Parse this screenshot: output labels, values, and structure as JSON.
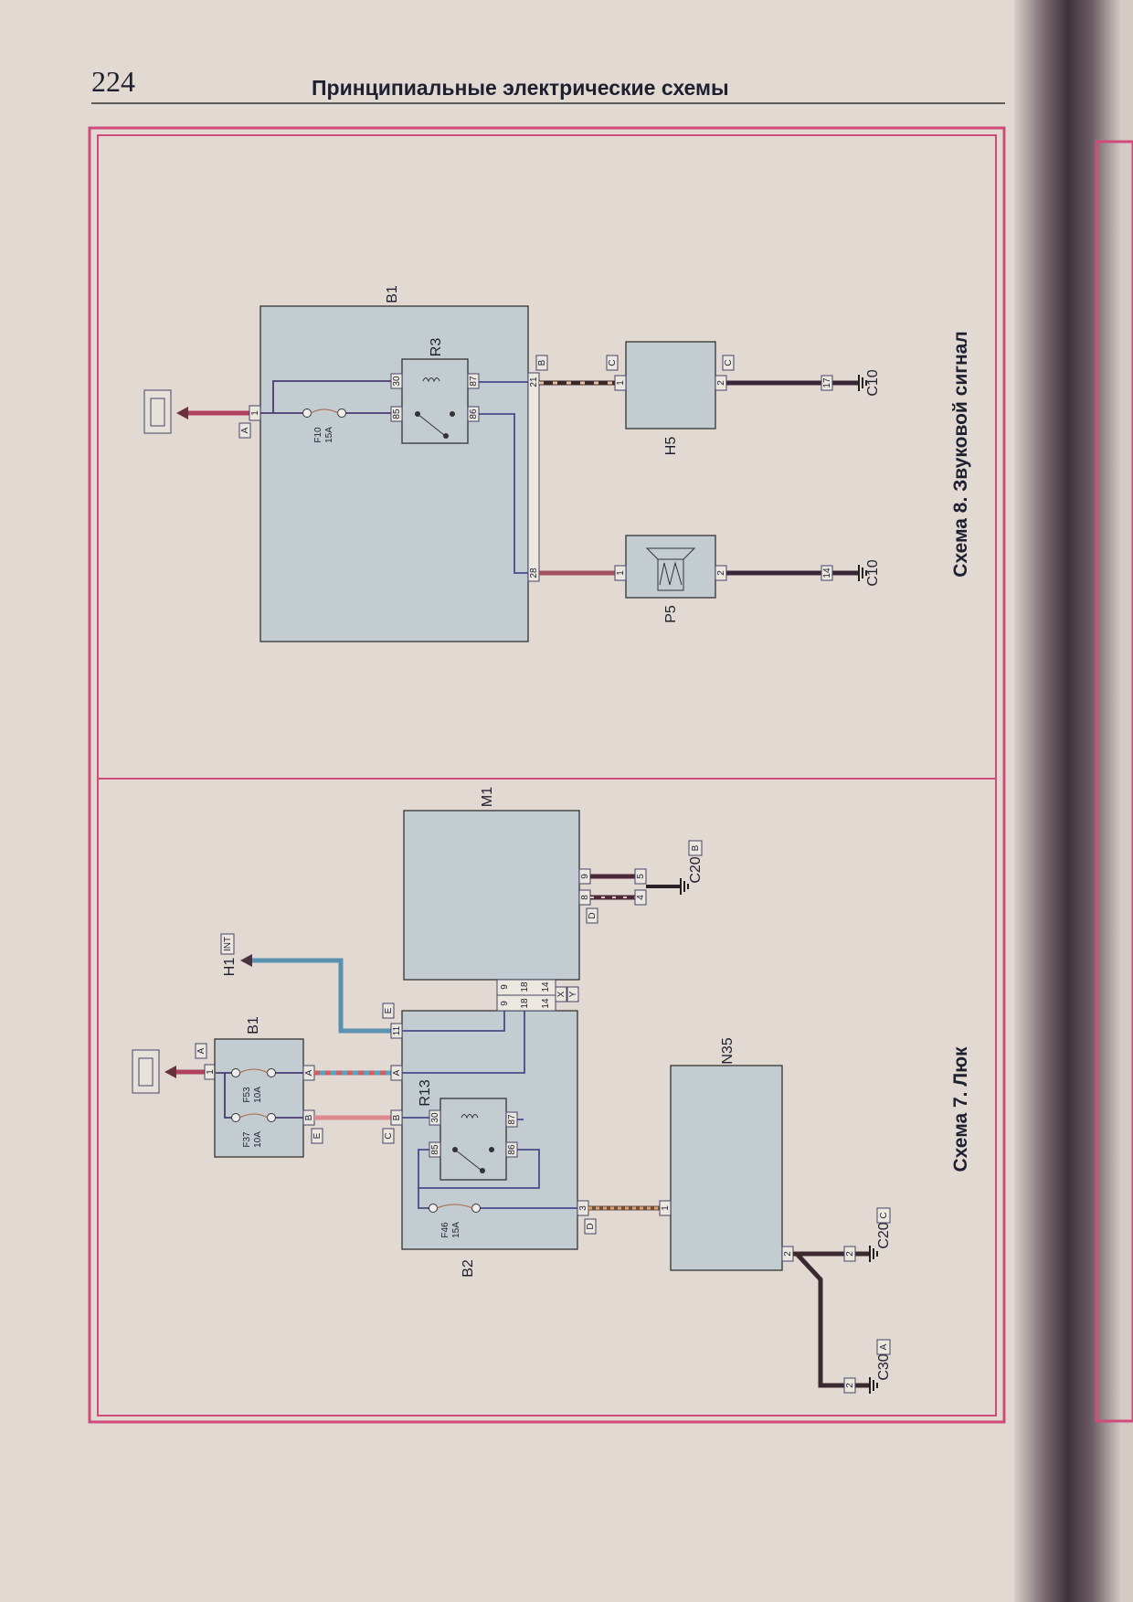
{
  "header": {
    "page_number": "224",
    "title": "Принципиальные электрические схемы"
  },
  "scheme8": {
    "caption": "Схема 8. Звуковой сигнал",
    "b1": "B1",
    "r3": "R3",
    "h5": "H5",
    "p5": "P5",
    "fuse_name": "F10",
    "fuse_rating": "15A",
    "relay_pins": [
      "30",
      "85",
      "87",
      "86"
    ],
    "b1_pins": [
      "21",
      "28"
    ],
    "connectors": {
      "a": "A",
      "b": "B",
      "c1": "C",
      "c2": "C"
    },
    "h5_pins": [
      "1",
      "2"
    ],
    "p5_pins": [
      "1",
      "2"
    ],
    "ground_pins": [
      "17",
      "14"
    ],
    "grounds": [
      "C10",
      "C10"
    ],
    "battery_pin": "1"
  },
  "scheme7": {
    "caption": "Схема 7. Люк",
    "b1": "B1",
    "b2": "B2",
    "r13": "R13",
    "m1": "M1",
    "n35": "N35",
    "h1": "H1",
    "h1_tag": "INT",
    "fuse1_name": "F53",
    "fuse1_rating": "10A",
    "fuse2_name": "F37",
    "fuse2_rating": "10A",
    "fuse3_name": "F46",
    "fuse3_rating": "15A",
    "relay_pins": [
      "30",
      "85",
      "87",
      "86"
    ],
    "b1_pins": [
      "A",
      "B"
    ],
    "b2_pins": [
      "A",
      "B",
      "11",
      "3"
    ],
    "b1_tags": [
      "A",
      "E"
    ],
    "b2_tags": [
      "E",
      "C",
      "D"
    ],
    "m1_pins": [
      "9",
      "18",
      "14",
      "9",
      "18",
      "14"
    ],
    "m1_tags": [
      "X",
      "Y"
    ],
    "m1_gnd_pins": [
      "9",
      "8",
      "5",
      "4"
    ],
    "m1_gnd_tag": "D",
    "n35_pins": [
      "1",
      "2"
    ],
    "grounds": [
      {
        "name": "C20",
        "tag": "B",
        "pin": ""
      },
      {
        "name": "C20",
        "tag": "C",
        "pin": "2"
      },
      {
        "name": "C30",
        "tag": "A",
        "pin": "2"
      }
    ],
    "battery_pin": "1"
  }
}
